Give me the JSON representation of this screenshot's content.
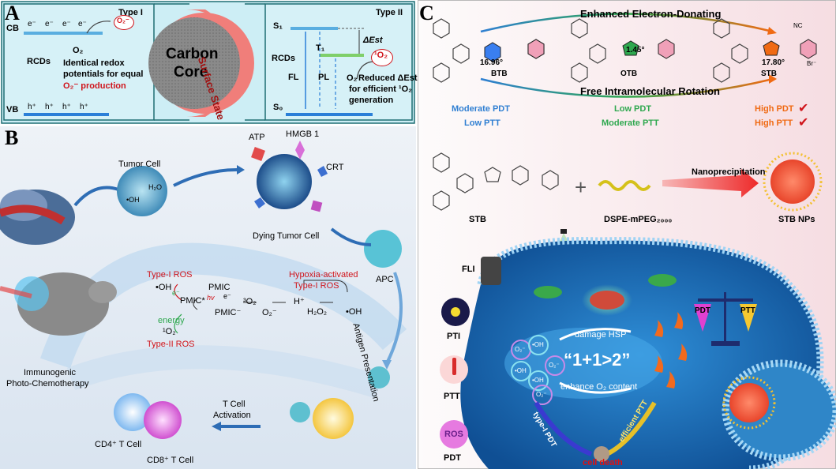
{
  "panel_a": {
    "letter": "A",
    "type1": "Type I",
    "type2": "Type II",
    "cb": "CB",
    "vb": "VB",
    "e": "e⁻",
    "h": "h⁺",
    "o2": "O₂",
    "superoxide": "O₂⁻",
    "rcds": "RCDs",
    "text1": [
      "Identical redox",
      "potentials for equal",
      "O₂⁻ production"
    ],
    "core_line1": "Carbon",
    "core_line2": "Core",
    "surface_state": "Surface State",
    "s1": "S₁",
    "t1": "T₁",
    "s0": "S₀",
    "delta_est": "ΔEst",
    "fl": "FL",
    "pl": "PL",
    "singlet": "¹O₂",
    "text2_o2": "O₂",
    "text2": [
      "Reduced ΔEst",
      "for efficient ¹O₂",
      "generation"
    ]
  },
  "panel_b": {
    "letter": "B",
    "tumor_cell": "Tumor Cell",
    "atp": "ATP",
    "hmgb1": "HMGB 1",
    "crt": "CRT",
    "dying": "Dying Tumor Cell",
    "apc": "APC",
    "type1_ros": "Type-I ROS",
    "oh": "•OH",
    "pmic": "PMIC",
    "pmic_star": "PMIC*",
    "pmic_minus": "PMIC⁻",
    "hv": "hv",
    "e_minus": "e⁻",
    "energy": "energy",
    "o2_singlet": "¹O₂",
    "type2_ros": "Type-II ROS",
    "o2_triplet": "³O₂",
    "superoxide": "O₂⁻",
    "h_plus": "H⁺",
    "h2o2": "H₂O₂",
    "oh2": "•OH",
    "hypoxia": [
      "Hypoxia-activated",
      "Type-I ROS"
    ],
    "antigen": "Antigen Presentation",
    "tcell_act": [
      "T Cell",
      "Activation"
    ],
    "cd4": "CD4⁺ T Cell",
    "cd8": "CD8⁺ T Cell",
    "immuno": [
      "Immunogenic",
      "Photo-Chemotherapy"
    ],
    "cell_oh": "•OH",
    "cell_h2o": "H₂O"
  },
  "panel_c": {
    "letter": "C",
    "enhanced": "Enhanced Electron-Donating",
    "free_rot": "Free Intramolecular Rotation",
    "btb": "BTB",
    "otb": "OTB",
    "stb": "STB",
    "angle_btb": "16.96°",
    "angle_otb": "1.45°",
    "angle_stb": "17.80°",
    "btb_pdt": "Moderate PDT",
    "btb_ptt": "Low PTT",
    "otb_pdt": "Low PDT",
    "otb_ptt": "Moderate PTT",
    "stb_pdt": "High PDT",
    "stb_ptt": "High PTT",
    "check": "✔",
    "stb2": "STB",
    "dspe": "DSPE-mPEG₂₀₀₀",
    "plus": "+",
    "nanoprec": "Nanoprecipitation",
    "stb_nps": "STB NPs",
    "nc": "NC",
    "br": "Br⁻",
    "fli": "FLI",
    "pti": "PTI",
    "ptt": "PTT",
    "ros": "ROS",
    "pdt": "PDT",
    "damage_hsp": "damage HSP",
    "formula": "“1+1>2”",
    "enhance_o2": "enhance O₂ content",
    "type1_pdt": "type-I PDT",
    "efficient_ptt": "efficient PTT",
    "cell_death": "cell death",
    "scale_pdt": "PDT",
    "scale_ptt": "PTT",
    "o2_minus": "O₂⁻",
    "oh_r": "•OH"
  },
  "colors": {
    "panel_a_bg": "#cdeef5",
    "panel_b_bg": "#dfe8f3",
    "panel_c_bg": "#f7e6ea",
    "teal_frame": "#1f6e73",
    "blue_accent": "#2f7fd2",
    "green_accent": "#2fa84f",
    "orange_accent": "#f06a13",
    "red": "#d0141b"
  }
}
